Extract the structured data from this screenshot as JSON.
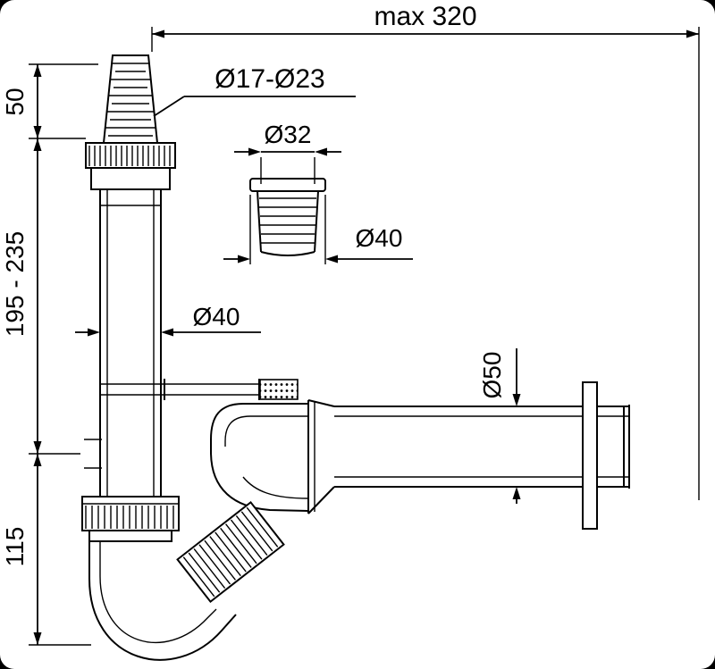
{
  "page": {
    "background": "#000000",
    "paper": "#ffffff",
    "line_color": "#000000"
  },
  "labels": {
    "max_width": "max 320",
    "inlet_diameter_range": "Ø17-Ø23",
    "reducer_top_diameter": "Ø32",
    "reducer_bottom_diameter": "Ø40",
    "pipe_diameter": "Ø40",
    "outlet_pipe_diameter": "Ø50",
    "inlet_height": "50",
    "adjustable_height": "195 - 235",
    "trap_depth": "115"
  }
}
